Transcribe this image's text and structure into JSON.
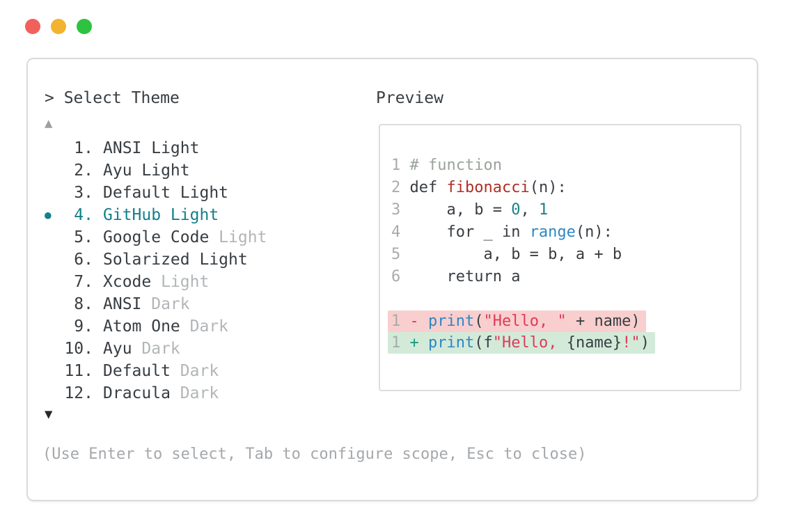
{
  "window": {
    "traffic_lights": [
      {
        "name": "close",
        "color": "#f1605b"
      },
      {
        "name": "minimize",
        "color": "#f2b32f"
      },
      {
        "name": "zoom",
        "color": "#2dc241"
      }
    ]
  },
  "palette": {
    "prompt": "> Select Theme",
    "scroll_up_indicator": "▲",
    "scroll_down_indicator": "▼",
    "selected_marker": "●",
    "themes": [
      {
        "number": "1",
        "name": "ANSI Light",
        "variant": "",
        "selected": false
      },
      {
        "number": "2",
        "name": "Ayu Light",
        "variant": "",
        "selected": false
      },
      {
        "number": "3",
        "name": "Default Light",
        "variant": "",
        "selected": false
      },
      {
        "number": "4",
        "name": "GitHub Light",
        "variant": "",
        "selected": true
      },
      {
        "number": "5",
        "name": "Google Code",
        "variant": "Light",
        "selected": false
      },
      {
        "number": "6",
        "name": "Solarized Light",
        "variant": "",
        "selected": false
      },
      {
        "number": "7",
        "name": "Xcode",
        "variant": "Light",
        "selected": false
      },
      {
        "number": "8",
        "name": "ANSI",
        "variant": "Dark",
        "selected": false
      },
      {
        "number": "9",
        "name": "Atom One",
        "variant": "Dark",
        "selected": false
      },
      {
        "number": "10",
        "name": "Ayu",
        "variant": "Dark",
        "selected": false
      },
      {
        "number": "11",
        "name": "Default",
        "variant": "Dark",
        "selected": false
      },
      {
        "number": "12",
        "name": "Dracula",
        "variant": "Dark",
        "selected": false
      }
    ],
    "footer_hint": "(Use Enter to select, Tab to configure scope, Esc to close)"
  },
  "preview": {
    "title": "Preview",
    "code_lines": [
      {
        "tokens": [
          {
            "c": "linenum",
            "t": "1 "
          },
          {
            "c": "comment",
            "t": "# function"
          }
        ]
      },
      {
        "tokens": [
          {
            "c": "linenum",
            "t": "2 "
          },
          {
            "c": "plain",
            "t": "def "
          },
          {
            "c": "red",
            "t": "fibonacci"
          },
          {
            "c": "plain",
            "t": "(n):"
          }
        ]
      },
      {
        "tokens": [
          {
            "c": "linenum",
            "t": "3 "
          },
          {
            "c": "plain",
            "t": "    a, b = "
          },
          {
            "c": "teal",
            "t": "0"
          },
          {
            "c": "plain",
            "t": ", "
          },
          {
            "c": "teal",
            "t": "1"
          }
        ]
      },
      {
        "tokens": [
          {
            "c": "linenum",
            "t": "4 "
          },
          {
            "c": "plain",
            "t": "    for _ in "
          },
          {
            "c": "blue",
            "t": "range"
          },
          {
            "c": "plain",
            "t": "(n):"
          }
        ]
      },
      {
        "tokens": [
          {
            "c": "linenum",
            "t": "5 "
          },
          {
            "c": "plain",
            "t": "        a, b = b, a + b"
          }
        ]
      },
      {
        "tokens": [
          {
            "c": "linenum",
            "t": "6 "
          },
          {
            "c": "plain",
            "t": "    return a"
          }
        ]
      }
    ],
    "diff_lines": [
      {
        "kind": "deletion",
        "tokens": [
          {
            "c": "linenum",
            "t": "1 "
          },
          {
            "c": "del",
            "t": "- "
          },
          {
            "c": "blue",
            "t": "print"
          },
          {
            "c": "plain",
            "t": "("
          },
          {
            "c": "str",
            "t": "\"Hello, \""
          },
          {
            "c": "plain",
            "t": " + name)"
          }
        ]
      },
      {
        "kind": "insertion",
        "tokens": [
          {
            "c": "linenum",
            "t": "1 "
          },
          {
            "c": "ins",
            "t": "+ "
          },
          {
            "c": "blue",
            "t": "print"
          },
          {
            "c": "plain",
            "t": "(f"
          },
          {
            "c": "str",
            "t": "\"Hello, "
          },
          {
            "c": "plain",
            "t": "{name}"
          },
          {
            "c": "str",
            "t": "!\""
          },
          {
            "c": "plain",
            "t": ")"
          }
        ]
      }
    ]
  },
  "colors": {
    "selected_teal": "#13808b",
    "text_dark": "#383d42",
    "text_muted": "#b2b5b8",
    "footer_gray": "#a5a8ab",
    "comment_gray_green": "#9aa39a",
    "function_red": "#ae2e25",
    "builtin_blue": "#2f86c2",
    "number_teal": "#1a7f8a",
    "string_crimson": "#df3a5a",
    "diff_del_fg": "#d2403f",
    "diff_ins_fg": "#189a80",
    "diff_del_bg": "#f8cfce",
    "diff_ins_bg": "#d3ead9",
    "panel_border": "#d9dadc"
  }
}
